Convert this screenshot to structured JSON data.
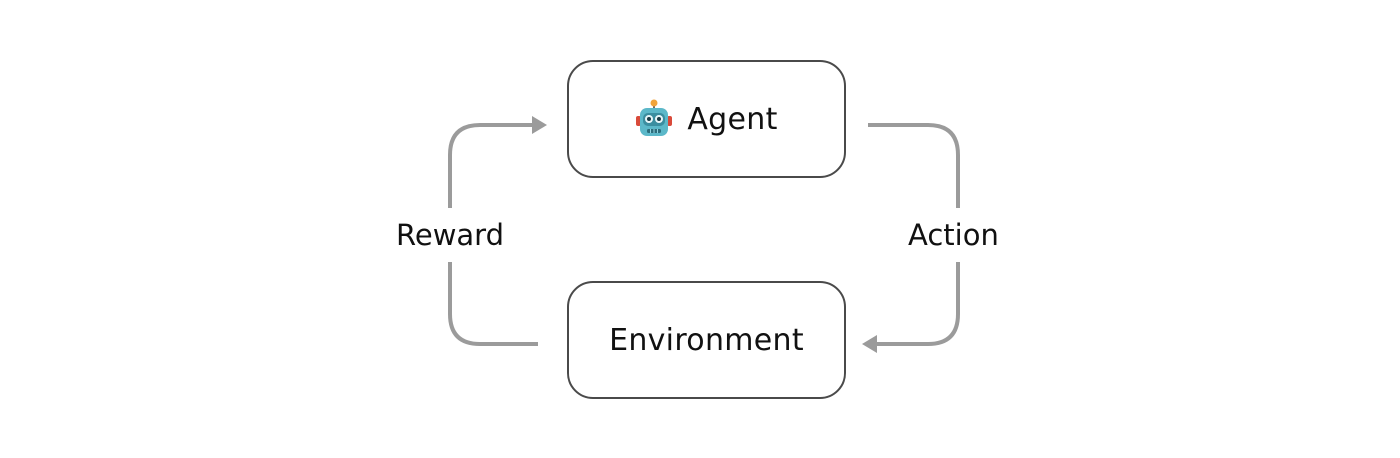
{
  "diagram": {
    "nodes": {
      "agent": {
        "label": "Agent",
        "icon": "robot-icon"
      },
      "environment": {
        "label": "Environment"
      }
    },
    "edges": {
      "reward": {
        "label": "Reward",
        "from": "environment",
        "to": "agent"
      },
      "action": {
        "label": "Action",
        "from": "agent",
        "to": "environment"
      }
    },
    "colors": {
      "arrow": "#9b9b9b",
      "box_border": "#4a4a4a",
      "text": "#111111",
      "background": "#ffffff"
    }
  }
}
